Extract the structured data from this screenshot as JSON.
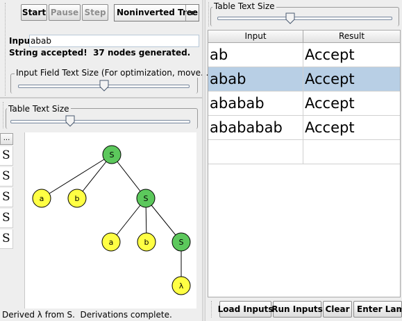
{
  "toolbar": {
    "start_label": "Start",
    "pause_label": "Pause",
    "step_label": "Step",
    "mode_select_value": "Noninverted Tree"
  },
  "input": {
    "label": "Input",
    "value": "abab",
    "status": "String accepted!  37 nodes generated."
  },
  "input_text_size": {
    "title": "Input Field Text Size (For optimization, move..."
  },
  "left_table_text_size": {
    "title": "Table Text Size"
  },
  "side_table": {
    "header": "...",
    "cells": [
      "S",
      "S",
      "S",
      "S",
      "S"
    ]
  },
  "tree": {
    "nodes": [
      {
        "label": "S",
        "color": "#5cc85c"
      },
      {
        "label": "a",
        "color": "#ffff44"
      },
      {
        "label": "b",
        "color": "#ffff44"
      },
      {
        "label": "S",
        "color": "#5cc85c"
      },
      {
        "label": "a",
        "color": "#ffff44"
      },
      {
        "label": "b",
        "color": "#ffff44"
      },
      {
        "label": "S",
        "color": "#5cc85c"
      },
      {
        "label": "λ",
        "color": "#ffff44"
      }
    ]
  },
  "status_bar": "Derived λ from S.  Derivations complete.",
  "right_table_text_size": {
    "title": "Table Text Size"
  },
  "results_table": {
    "headers": [
      "Input",
      "Result"
    ],
    "rows": [
      {
        "input": "ab",
        "result": "Accept"
      },
      {
        "input": "abab",
        "result": "Accept"
      },
      {
        "input": "ababab",
        "result": "Accept"
      },
      {
        "input": "abababab",
        "result": "Accept"
      }
    ],
    "selected_row_color": "#b8cfe5"
  },
  "bottom_buttons": {
    "load_label": "Load Inputs",
    "run_label": "Run Inputs",
    "clear_label": "Clear",
    "enter_lambda_label": "Enter Lamb"
  }
}
